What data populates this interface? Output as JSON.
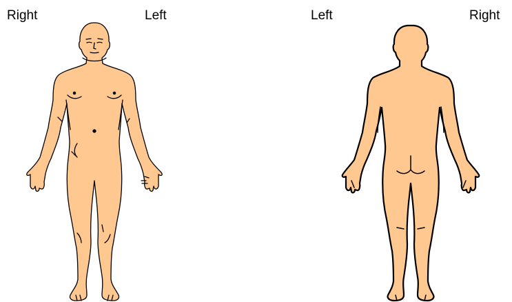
{
  "front": {
    "right_label": "Right",
    "left_label": "Left"
  },
  "back": {
    "left_label": "Left",
    "right_label": "Right"
  },
  "colors": {
    "skin": "#FFC890",
    "outline": "#000000",
    "background": "#FFFFFF"
  }
}
